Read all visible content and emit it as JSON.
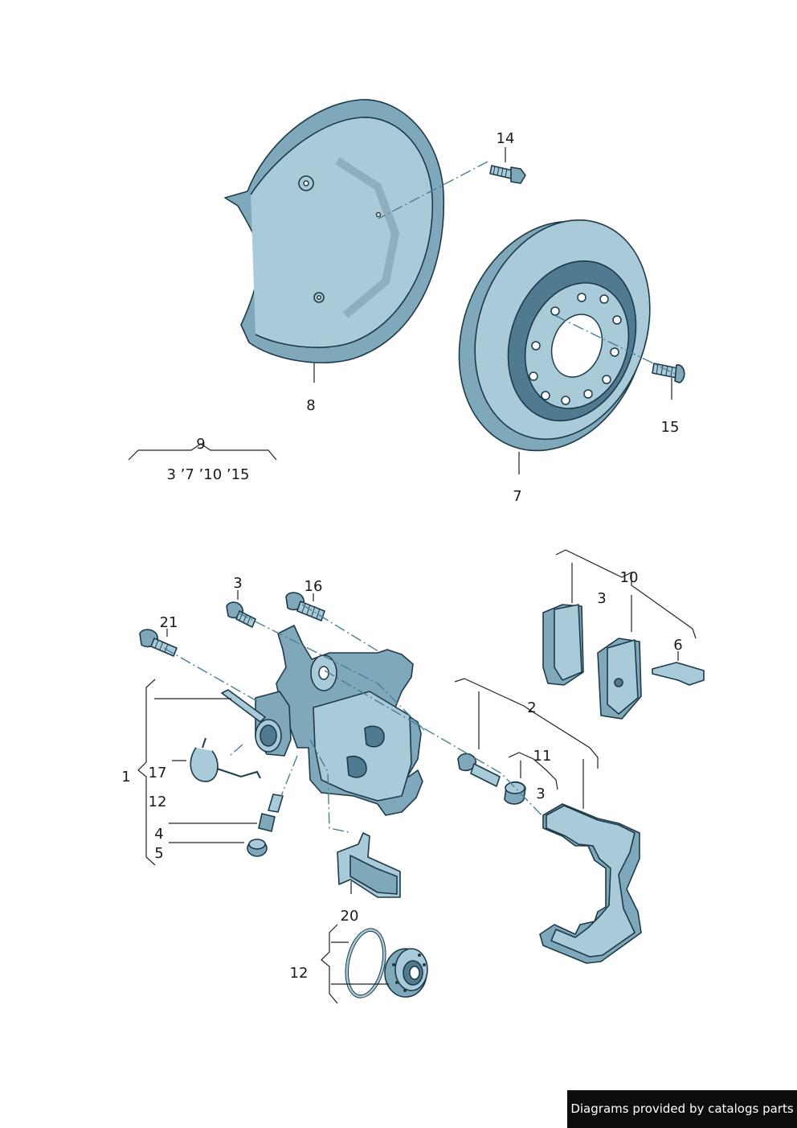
{
  "callouts": {
    "c1": "1",
    "c2": "2",
    "c3a": "3",
    "c3b": "3",
    "c3c": "3",
    "c4": "4",
    "c5": "5",
    "c6": "6",
    "c7": "7",
    "c8": "8",
    "c9": "9",
    "c9_sub": "3 ’7 ’10 ’15",
    "c10": "10",
    "c11": "11",
    "c12a": "12",
    "c12b": "12",
    "c14": "14",
    "c15": "15",
    "c16": "16",
    "c17": "17",
    "c20": "20",
    "c21": "21"
  },
  "footer": {
    "text": "Diagrams provided by catalogs parts",
    "bg_color": "#0d0d0d"
  },
  "colors": {
    "part_light": "#a9cad8",
    "part_mid": "#7fa8bb",
    "part_dark": "#4f7a8f",
    "outline": "#1e3a48"
  }
}
